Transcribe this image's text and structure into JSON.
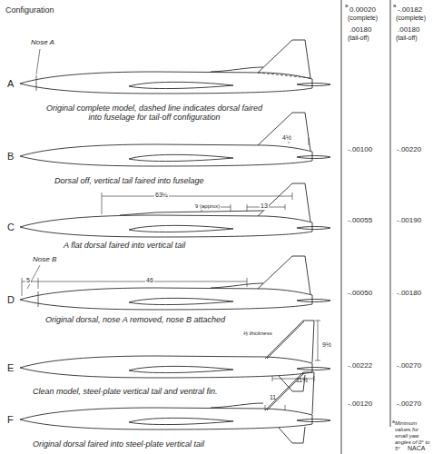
{
  "diagram": {
    "labels": [
      "Configuration",
      "Nose A",
      "A",
      "Original complete model, dashed line indicates dorsal faired into fuselage for tail-off configuration",
      "a",
      "0.00020",
      "(complete)",
      ".00180",
      "(tail-off)",
      "a",
      "-.00182",
      "(complete)",
      ".00180",
      "(tail-off)",
      "B",
      "4½",
      "Dorsal off, vertical tail faired into fuselage",
      "-.00100",
      "-.00220",
      "C",
      "63¼",
      "9 (approx)",
      "13",
      "A flat dorsal faired into vertical tail",
      "-.00055",
      "-.00190",
      "Nose B",
      "5",
      "46",
      "D",
      "Original dorsal, nose A removed, nose B attached",
      "-.00050",
      "-.00180",
      "E",
      "⅛ thickness",
      "11½",
      "9½",
      "Clean model, steel-plate vertical tail and ventral fin.",
      "-.00222",
      "-.00270",
      "F",
      "11",
      "Original dorsal faired into steel-plate vertical tail",
      "-.00120",
      "-.00270",
      "a",
      "Minimum values for small yaw angles of 0° to 5°",
      "NACA"
    ]
  }
}
